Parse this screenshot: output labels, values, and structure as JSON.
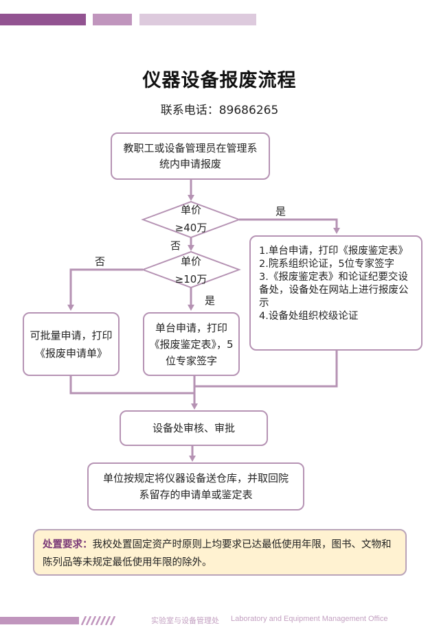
{
  "header": {
    "title": "仪器设备报废流程",
    "phone": "联系电话：89686265"
  },
  "flow": {
    "start": "教职工或设备管理员在管理系统内申请报废",
    "decision1": {
      "line1": "单价",
      "line2": "≥40万",
      "yes": "是",
      "no": "否"
    },
    "decision2": {
      "line1": "单价",
      "line2": "≥10万",
      "yes": "是",
      "no": "否"
    },
    "branch_high": [
      "1.单台申请，打印《报废鉴定表》",
      "2.院系组织论证，5位专家签字",
      "3.《报废鉴定表》和论证纪要交设备处，设备处在网站上进行报废公示",
      "4.设备处组织校级论证"
    ],
    "branch_low": "可批量申请，打印《报废申请单》",
    "branch_mid": "单台申请，打印《报废鉴定表》，5位专家签字",
    "review": "设备处审核、审批",
    "final": "单位按规定将仪器设备送仓库，并取回院系留存的申请单或鉴定表"
  },
  "note": {
    "key": "处置要求：",
    "text": "我校处置固定资产时原则上均要求已达最低使用年限，图书、文物和陈列品等未规定最低使用年限的除外。"
  },
  "footer": {
    "cn": "实验室与设备管理处",
    "en": "Laboratory and Equipment Management Office"
  },
  "colors": {
    "accent": "#925391",
    "line": "#b592b3",
    "note_bg": "#fff2d1",
    "note_key": "#7b3b78"
  }
}
